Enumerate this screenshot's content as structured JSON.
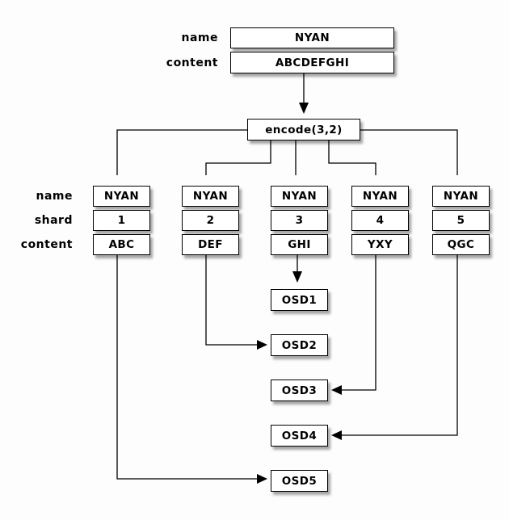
{
  "diagram": {
    "source_object": {
      "name_label": "name",
      "name_value": "NYAN",
      "content_label": "content",
      "content_value": "ABCDEFGHI"
    },
    "encode_label": "encode(3,2)",
    "shard_row_labels": {
      "name": "name",
      "shard": "shard",
      "content": "content"
    },
    "shards": [
      {
        "name": "NYAN",
        "shard": "1",
        "content": "ABC"
      },
      {
        "name": "NYAN",
        "shard": "2",
        "content": "DEF"
      },
      {
        "name": "NYAN",
        "shard": "3",
        "content": "GHI"
      },
      {
        "name": "NYAN",
        "shard": "4",
        "content": "YXY"
      },
      {
        "name": "NYAN",
        "shard": "5",
        "content": "QGC"
      }
    ],
    "osds": [
      "OSD1",
      "OSD2",
      "OSD3",
      "OSD4",
      "OSD5"
    ],
    "connections": [
      {
        "from": "object-content",
        "to": "encode(3,2)",
        "arrow": true
      },
      {
        "from": "encode(3,2)",
        "to": "shard-1",
        "arrow": false
      },
      {
        "from": "encode(3,2)",
        "to": "shard-2",
        "arrow": false
      },
      {
        "from": "encode(3,2)",
        "to": "shard-3",
        "arrow": false
      },
      {
        "from": "encode(3,2)",
        "to": "shard-4",
        "arrow": false
      },
      {
        "from": "encode(3,2)",
        "to": "shard-5",
        "arrow": false
      },
      {
        "from": "shard-3",
        "to": "OSD1",
        "arrow": true
      },
      {
        "from": "shard-2",
        "to": "OSD2",
        "arrow": true
      },
      {
        "from": "shard-4",
        "to": "OSD3",
        "arrow": true
      },
      {
        "from": "shard-5",
        "to": "OSD4",
        "arrow": true
      },
      {
        "from": "shard-1",
        "to": "OSD5",
        "arrow": true
      }
    ],
    "colors": {
      "background": "#fdfdfd",
      "box_fill": "#ffffff",
      "box_border": "#000000",
      "line": "#000000",
      "text": "#000000",
      "shadow": "#9e9e9e"
    }
  }
}
